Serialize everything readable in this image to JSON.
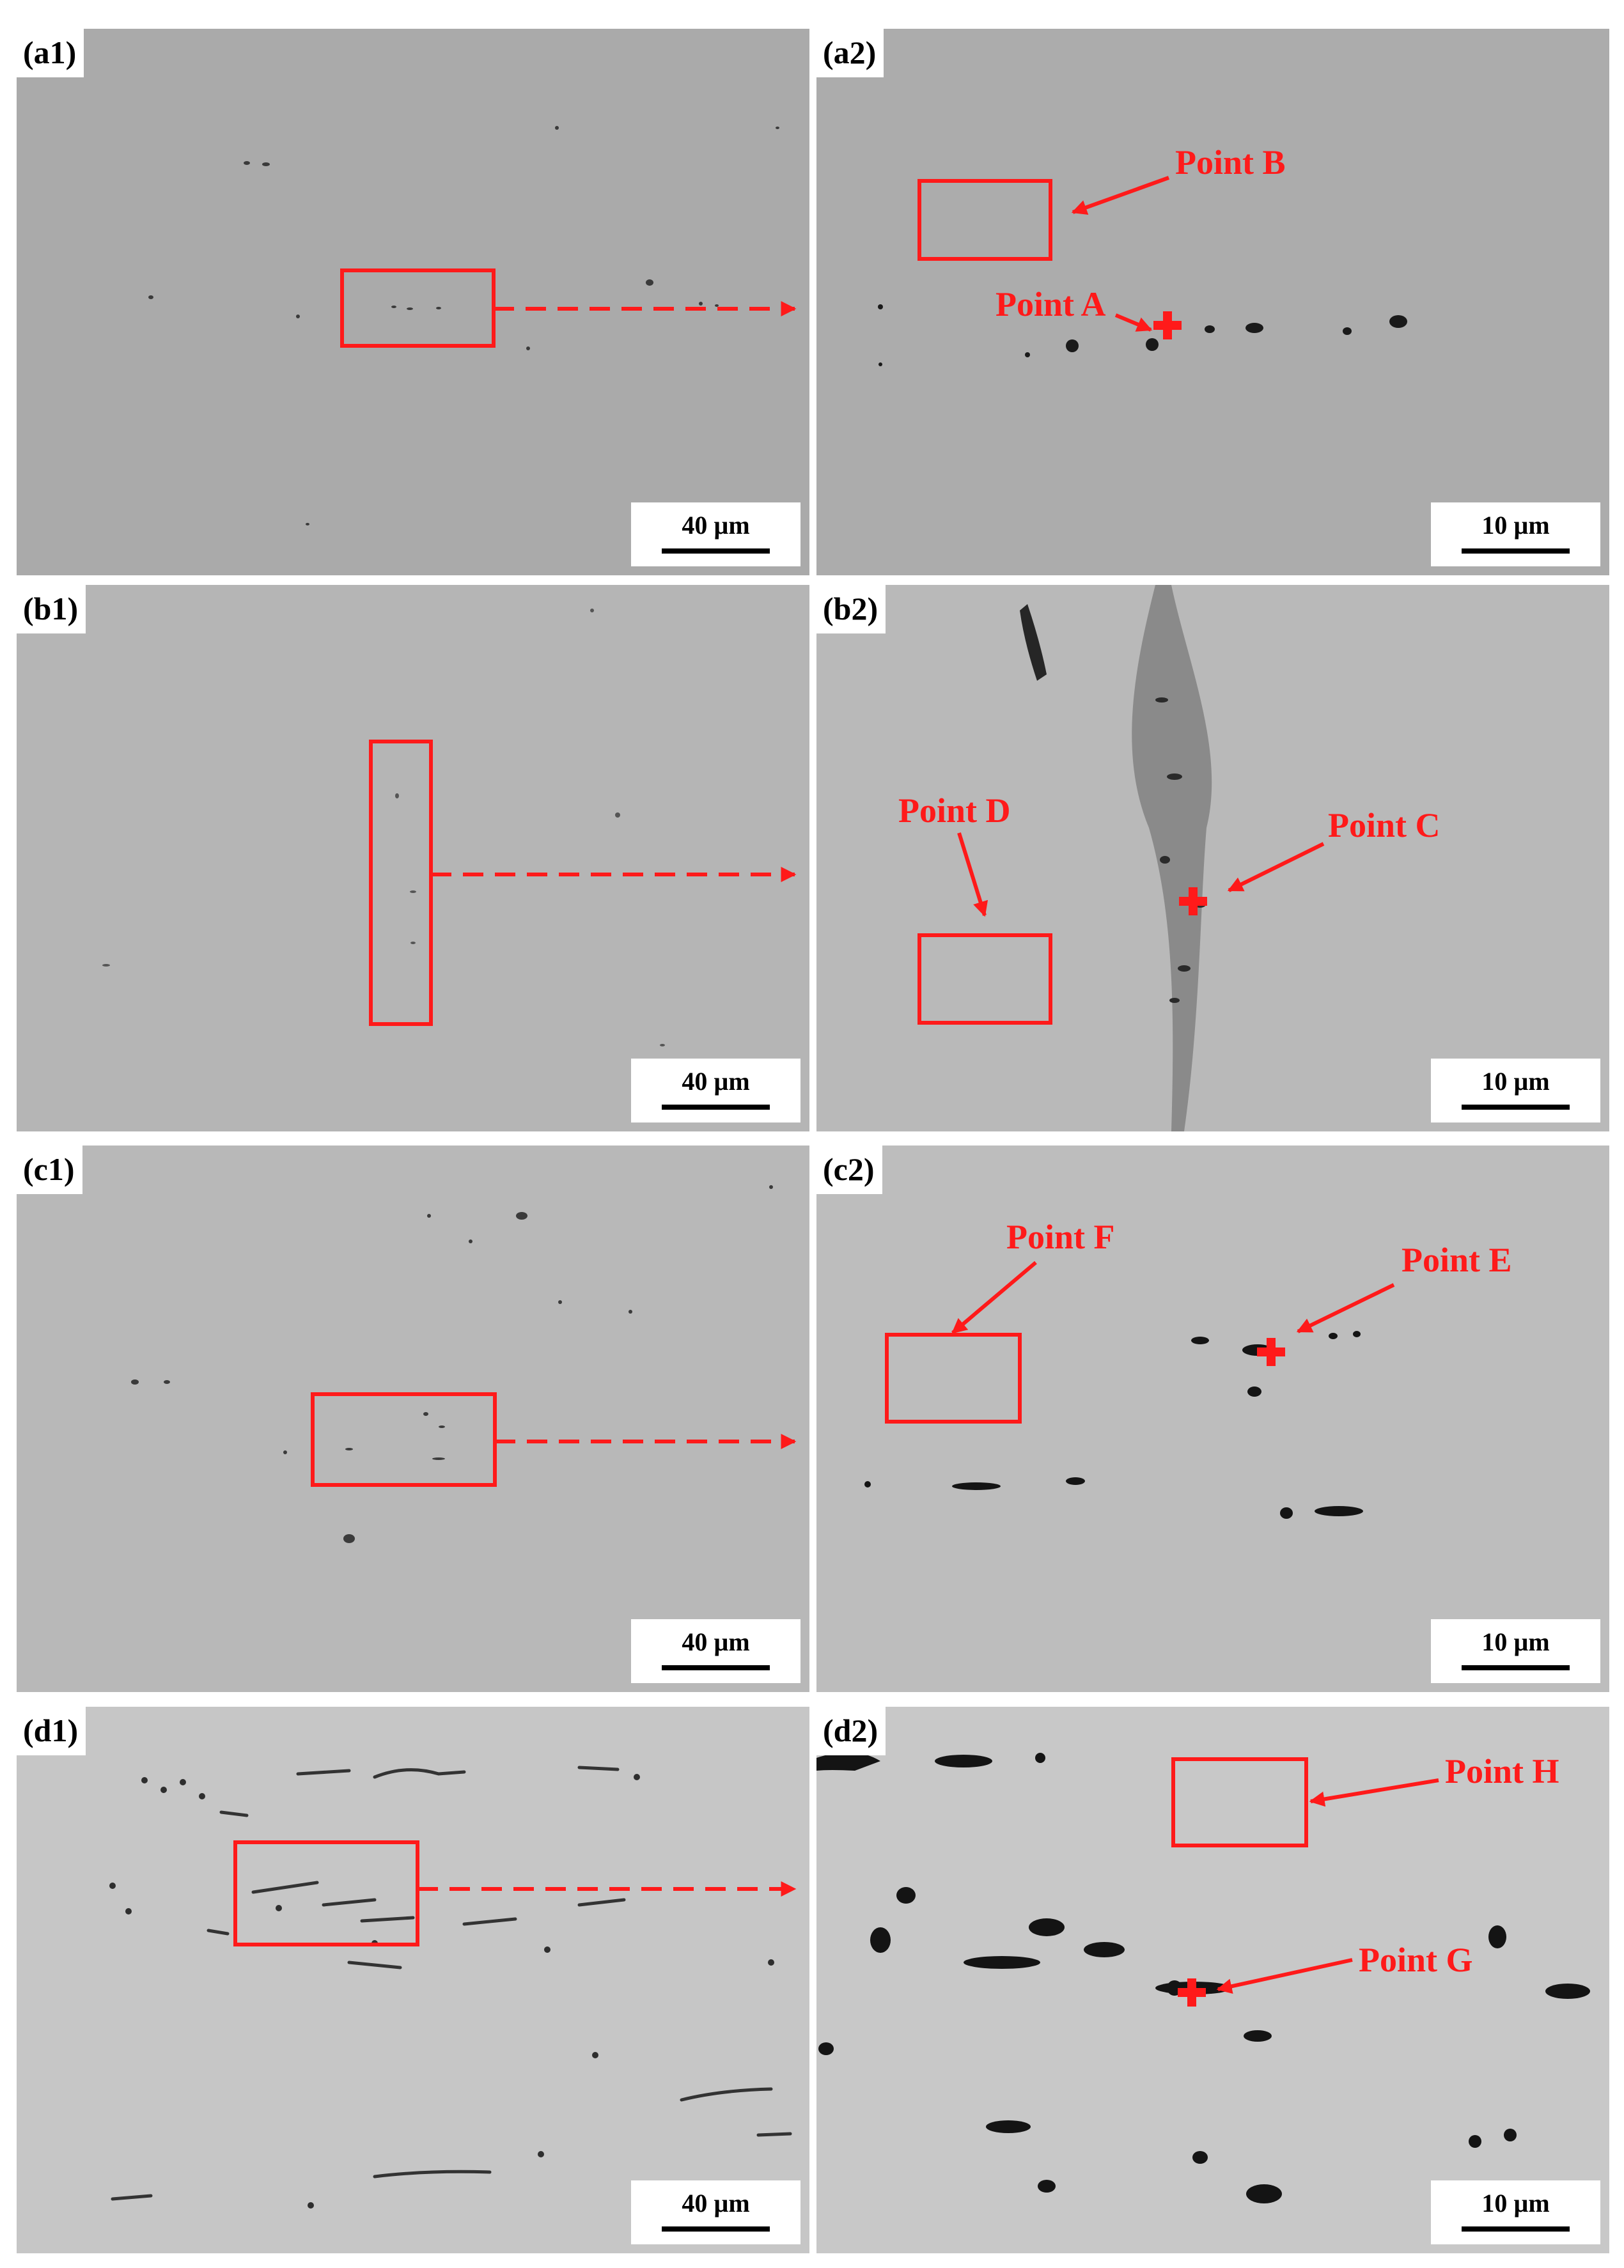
{
  "panels": [
    {
      "id": "a1",
      "label": "(a1)",
      "scale": "40 µm"
    },
    {
      "id": "a2",
      "label": "(a2)",
      "scale": "10 µm"
    },
    {
      "id": "b1",
      "label": "(b1)",
      "scale": "40 µm"
    },
    {
      "id": "b2",
      "label": "(b2)",
      "scale": "10 µm"
    },
    {
      "id": "c1",
      "label": "(c1)",
      "scale": "40 µm"
    },
    {
      "id": "c2",
      "label": "(c2)",
      "scale": "10 µm"
    },
    {
      "id": "d1",
      "label": "(d1)",
      "scale": "40 µm"
    },
    {
      "id": "d2",
      "label": "(d2)",
      "scale": "10 µm"
    }
  ],
  "annotations": {
    "point_a": "Point A",
    "point_b": "Point B",
    "point_c": "Point C",
    "point_d": "Point D",
    "point_e": "Point E",
    "point_f": "Point F",
    "point_g": "Point G",
    "point_h": "Point H"
  },
  "colors": {
    "annotation": "#ff1a1a",
    "background_a": "#a9a9a9",
    "background_b": "#b4b4b4",
    "background_c": "#b9b9b9",
    "background_d": "#c7c7c7"
  }
}
